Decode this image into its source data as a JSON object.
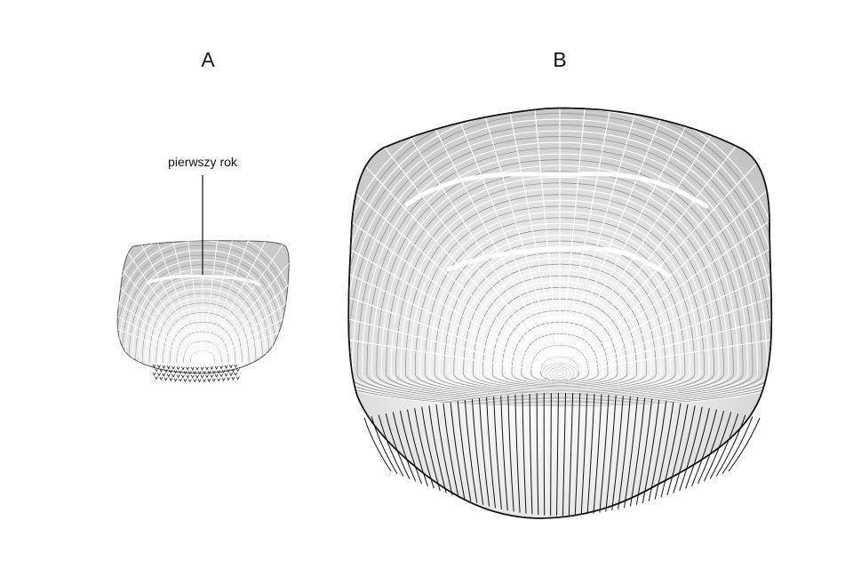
{
  "panels": {
    "a": {
      "label": "A"
    },
    "b": {
      "label": "B"
    }
  },
  "annotation": {
    "text": "pierwszy rok"
  }
}
